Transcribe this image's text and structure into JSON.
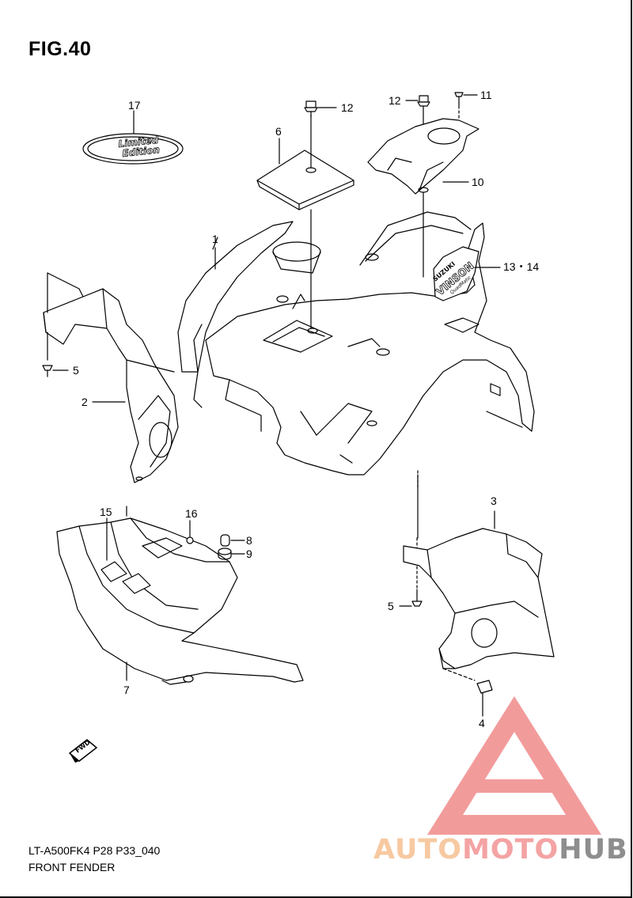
{
  "figure_title": "FIG.40",
  "model_code": "LT-A500FK4 P28 P33_040",
  "section_name": "FRONT FENDER",
  "callouts": {
    "p1": "1",
    "p2": "2",
    "p3": "3",
    "p4": "4",
    "p5a": "5",
    "p5b": "5",
    "p6": "6",
    "p7": "7",
    "p8": "8",
    "p9": "9",
    "p10": "10",
    "p11": "11",
    "p12a": "12",
    "p12b": "12",
    "p13_14": "13・14",
    "p15": "15",
    "p16": "16",
    "p17": "17"
  },
  "decal_limited_line1": "Limited",
  "decal_limited_line2": "Edition",
  "decal_vinson_brand": "SUZUKI",
  "decal_vinson_name": "VINSON",
  "decal_vinson_sub": "QuadMatic",
  "fwd_arrow_label": "FWD",
  "watermark": {
    "part1": "AUTO",
    "part2": "MOTO",
    "part3": "HUB"
  },
  "colors": {
    "line": "#000000",
    "watermark_red": "#f08a8a",
    "watermark_orange": "#f7c9a1",
    "watermark_gray": "#8e8e8e"
  }
}
